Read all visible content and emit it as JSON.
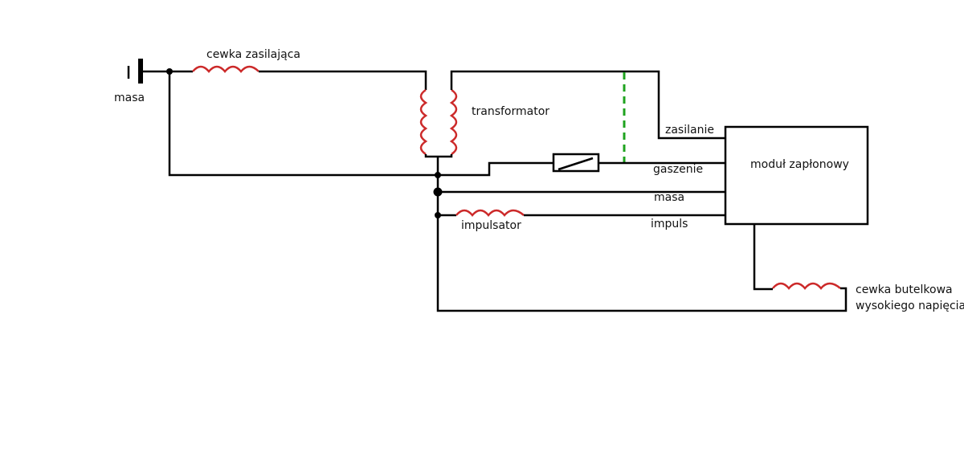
{
  "labels": {
    "ground": "masa",
    "supply_coil": "cewka zasilająca",
    "transformer": "transformator",
    "supply_line": "zasilanie",
    "kill_line": "gaszenie",
    "ground_line": "masa",
    "pulse_line": "impuls",
    "pulser": "impulsator",
    "module": "moduł zapłonowy",
    "hv_coil_line1": "cewka butelkowa",
    "hv_coil_line2": "wysokiego napięcia"
  },
  "colors": {
    "wire": "#000000",
    "coil": "#cc2a2a",
    "dashed_link": "#1fa31f",
    "background": "#ffffff"
  }
}
